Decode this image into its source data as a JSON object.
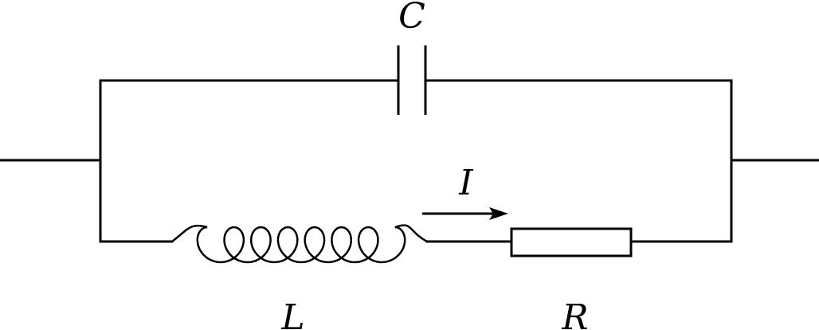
{
  "labels": {
    "capacitor": "C",
    "current": "I",
    "inductor": "L",
    "resistor": "R"
  },
  "colors": {
    "line": "#000000",
    "background": "#ffffff"
  }
}
